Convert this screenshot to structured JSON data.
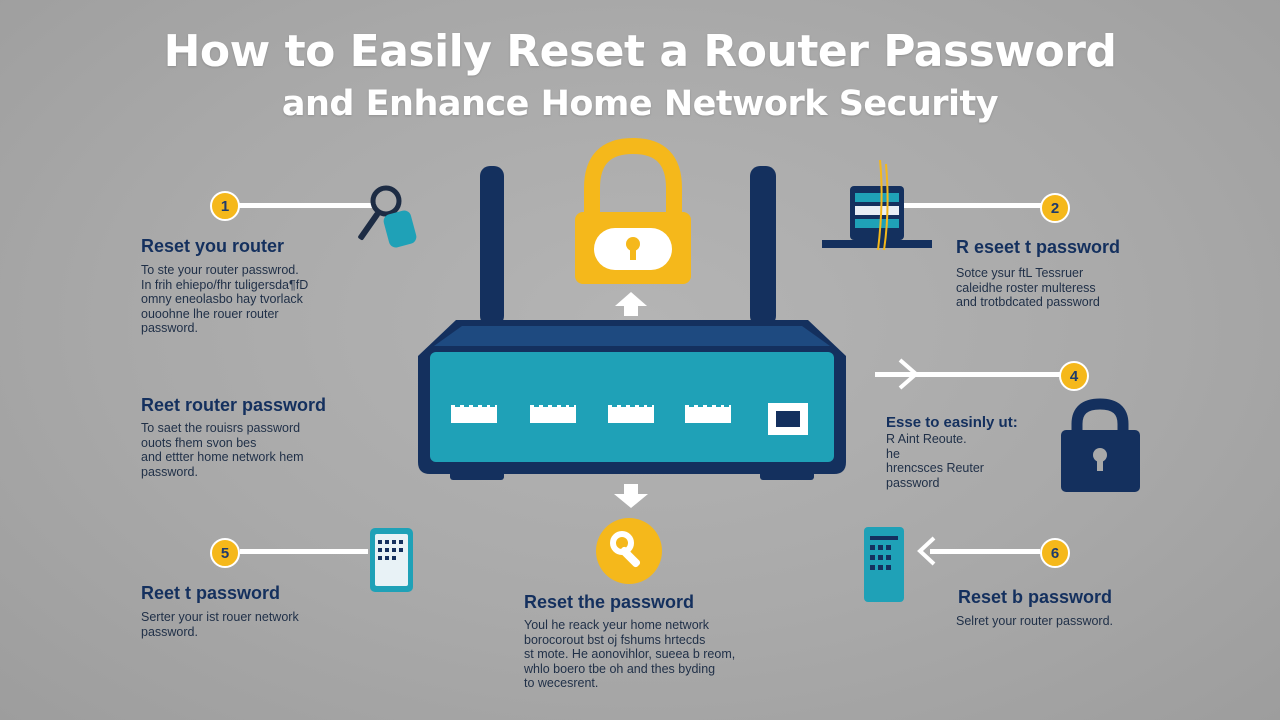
{
  "title": {
    "line1": "How to Easily Reset a Router Password",
    "line2": "and Enhance Home Network Security"
  },
  "steps": [
    {
      "badge": "1",
      "heading": "Reset you router",
      "lines": [
        "To ste your router passwrod.",
        "In frih ehiepo/fhr tuligersda¶fD",
        "omny eneolasbo hay tvorlack",
        "ouoohne lhe rouer router",
        "password."
      ]
    },
    {
      "badge": "2",
      "heading": "R eseet t password",
      "lines": [
        "Sotce ysur ftL Tessruer",
        "caleidhe roster multeress",
        "and trotbdcated password"
      ]
    },
    {
      "heading": "Reet router password",
      "lines": [
        "To saet the rouisrs password",
        "ouots fhem svon bes",
        "and ettter home network hem",
        "password."
      ]
    },
    {
      "badge": "4",
      "heading": "Esse to easinly ut:",
      "lines": [
        "R Aint Reoute.",
        "he",
        "hrencsces Reuter",
        "password"
      ]
    },
    {
      "badge": "5",
      "heading": "Reet t password",
      "lines": [
        "Serter your ist rouer network",
        "password."
      ]
    },
    {
      "heading": "Reset the password",
      "lines": [
        "Youl he reack yeur home network",
        "borocorout bst oj fshums hrtecds",
        "st mote. He aonovihlor, sueea b reom,",
        "whlo boero tbe oh and thes byding",
        "to wecesrent."
      ]
    },
    {
      "badge": "6",
      "heading": "Reset b password",
      "lines": [
        "Selret your router password."
      ]
    }
  ],
  "colors": {
    "navy": "#14305e",
    "teal": "#1fa1b7",
    "amber": "#f5b81b",
    "background": "#a9a9a9"
  },
  "icons": [
    "key-icon",
    "lock-icon",
    "server-icon",
    "padlock-icon",
    "phone-icon",
    "wrench-icon",
    "remote-icon",
    "router-icon"
  ]
}
